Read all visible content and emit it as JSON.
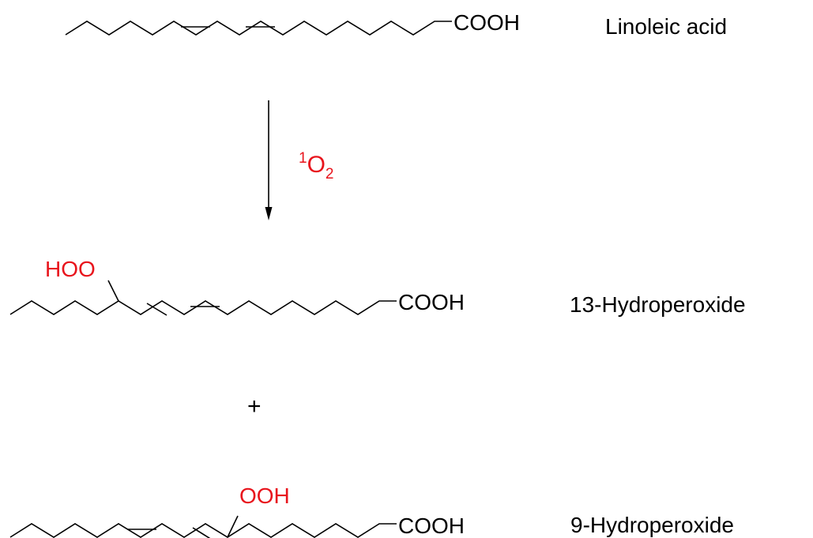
{
  "reaction": {
    "reactant": {
      "name": "Linoleic acid",
      "acid_group": "COOH"
    },
    "reagent": {
      "superscript": "1",
      "element": "O",
      "subscript": "2",
      "color": "#e8141c"
    },
    "plus_sign": "+",
    "products": [
      {
        "name": "13-Hydroperoxide",
        "peroxide_group": "HOO",
        "acid_group": "COOH"
      },
      {
        "name": "9-Hydroperoxide",
        "peroxide_group": "OOH",
        "acid_group": "COOH"
      }
    ]
  }
}
